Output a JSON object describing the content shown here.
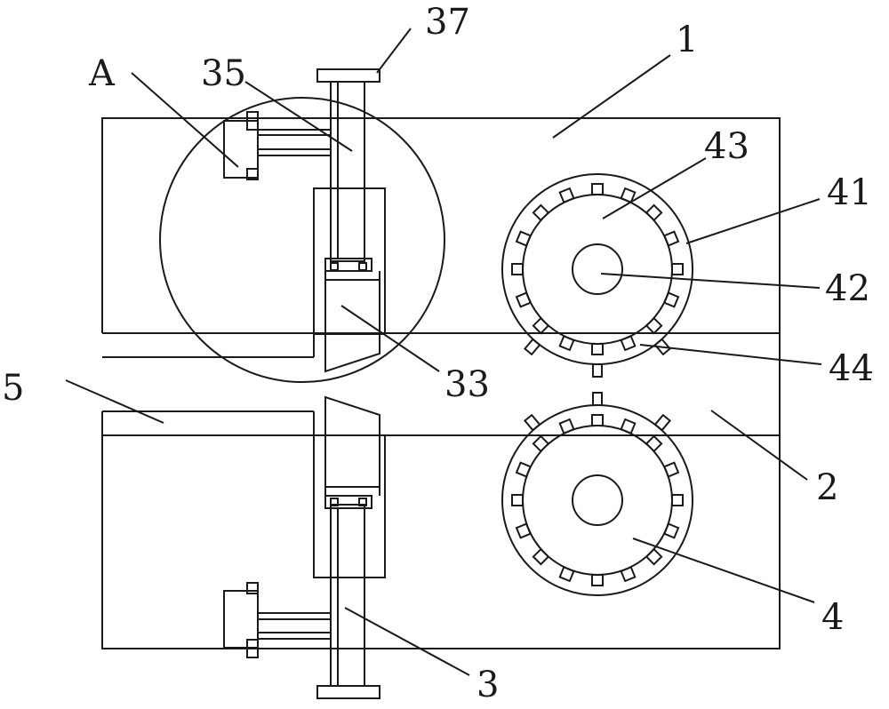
{
  "figure": {
    "labels": {
      "A": "A",
      "l35": "35",
      "l37": "37",
      "l1": "1",
      "l43": "43",
      "l41": "41",
      "l42": "42",
      "l44": "44",
      "l33": "33",
      "l5": "5",
      "l2": "2",
      "l4": "4",
      "l3": "3"
    }
  },
  "colors": {
    "line": "#1a1a1a",
    "background": "#ffffff"
  }
}
